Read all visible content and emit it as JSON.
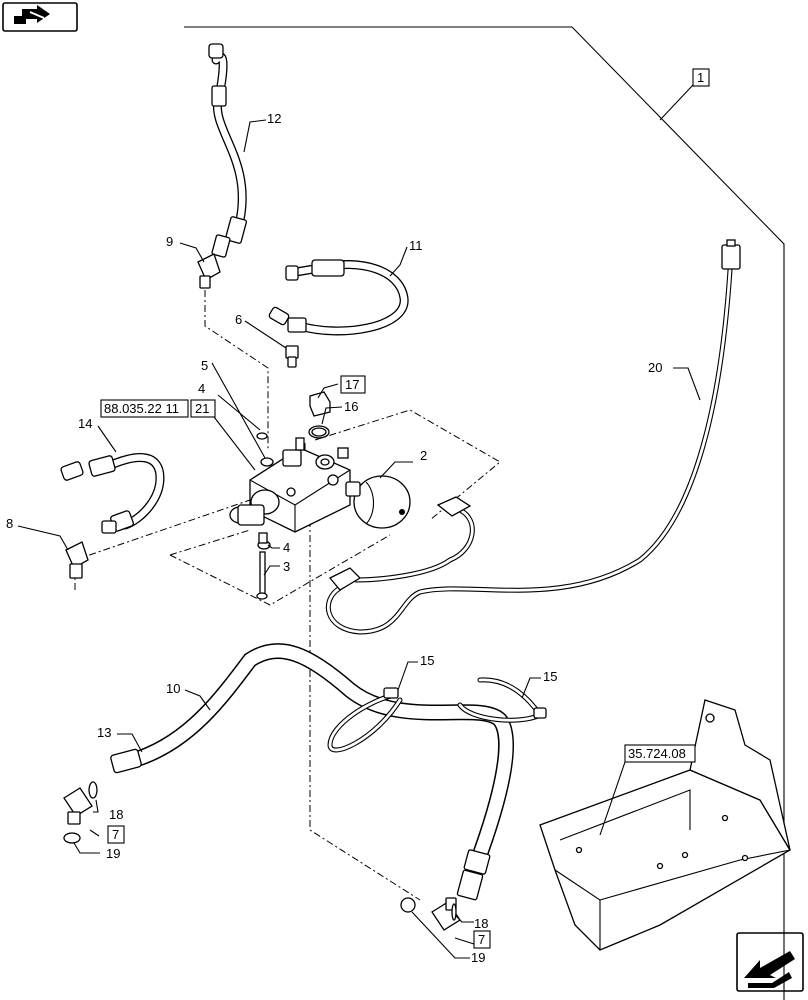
{
  "callouts": {
    "c1": "1",
    "c2": "2",
    "c3": "3",
    "c4a": "4",
    "c4b": "4",
    "c5": "5",
    "c6": "6",
    "c7a": "7",
    "c7b": "7",
    "c8": "8",
    "c9": "9",
    "c10": "10",
    "c11": "11",
    "c12": "12",
    "c13": "13",
    "c14": "14",
    "c15a": "15",
    "c15b": "15",
    "c16": "16",
    "c17": "17",
    "c18a": "18",
    "c18b": "18",
    "c19a": "19",
    "c19b": "19",
    "c20": "20",
    "c21": "21"
  },
  "references": {
    "ref_88": "88.035.22 11",
    "ref_35": "35.724.08"
  },
  "icons": {
    "top_left": "previous-page-icon",
    "bottom_right": "next-page-icon"
  }
}
